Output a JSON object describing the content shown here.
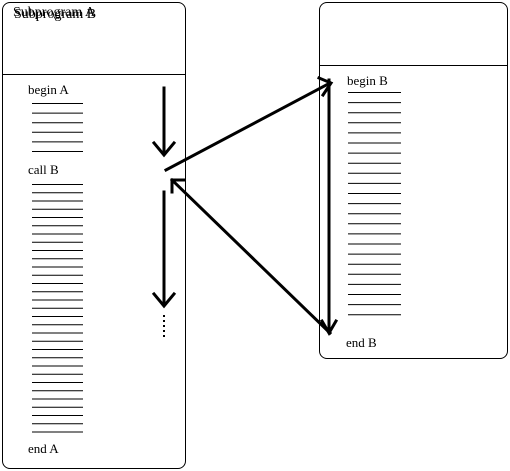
{
  "subprogram_a": {
    "title": "Subprogram A",
    "begin_label": "begin A",
    "call_label": "call B",
    "end_label": "end A",
    "code_lines_after_begin": 6,
    "code_lines_after_call": 31
  },
  "subprogram_b": {
    "title": "Subprogram B",
    "begin_label": "begin B",
    "end_label": "end B",
    "code_lines": 23
  },
  "icons": {
    "continuation": "vertical-dots"
  }
}
